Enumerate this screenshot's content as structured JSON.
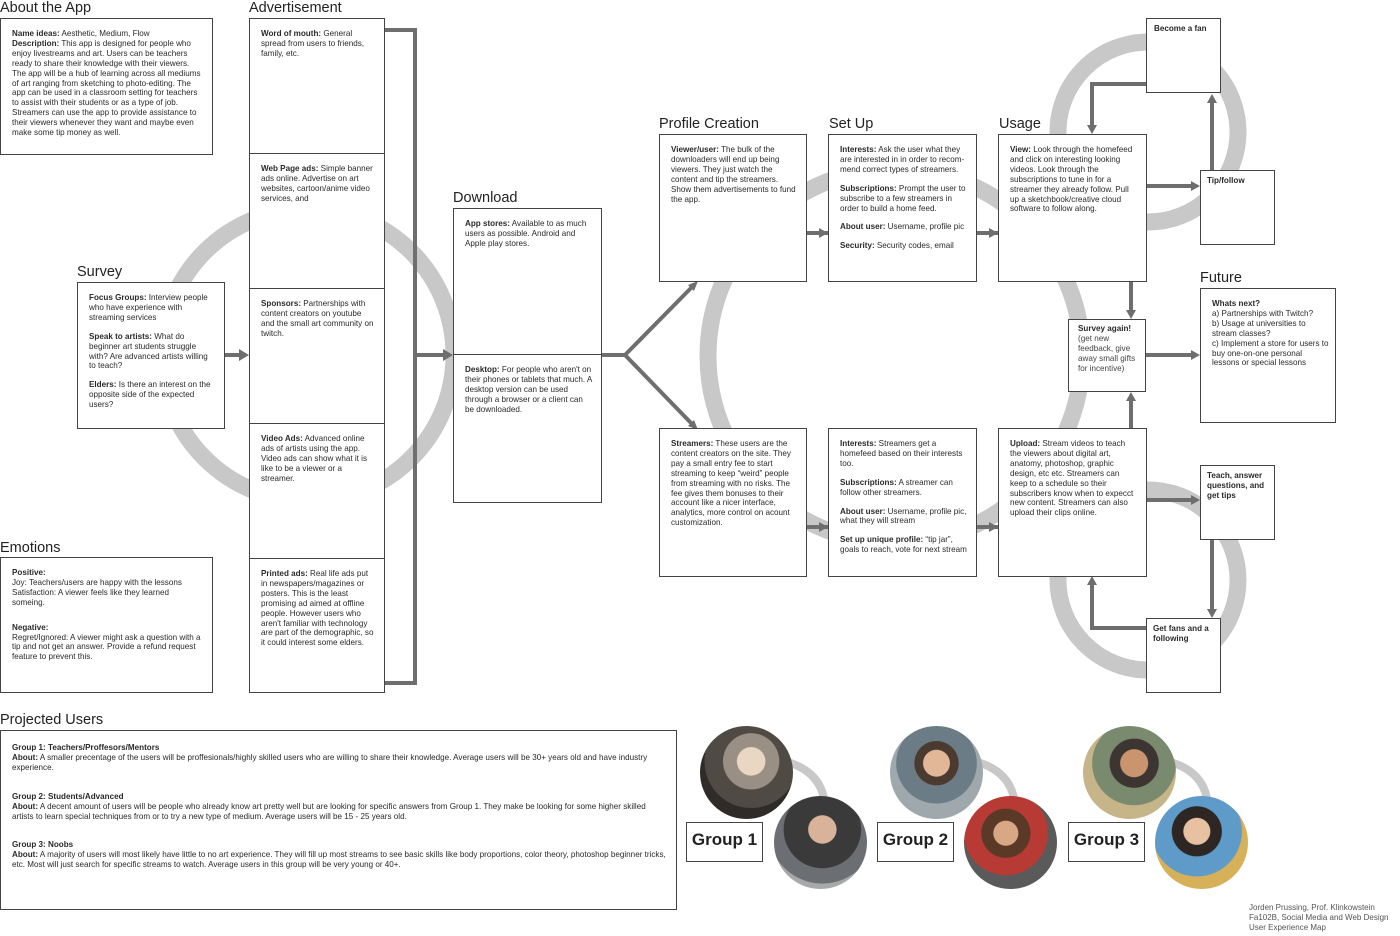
{
  "about": {
    "title": "About the App",
    "name_label": "Name ideas:",
    "name_value": " Aesthetic, Medium, Flow",
    "desc_label": "Description:",
    "desc_value": "  This app is designed for people who enjoy livestreams and art.  Users can be teachers ready to share their knowledge with their viewers.  The app will be a hub of learning across all mediums of art ranging from sketching to photo-editing.  The app can be used in a classroom setting for teachers to assist with their students or as a type of job.  Streamers can use the app to provide assistance to their viewers whenever they want and maybe even make some tip money as well."
  },
  "advertisement": {
    "title": "Advertisement",
    "items": [
      {
        "label": "Word of mouth:",
        "text": " General spread from users to friends, family, etc."
      },
      {
        "label": "Web Page ads:",
        "text": " Simple banner ads online.  Advertise on art websites, cartoon/anime video services, and"
      },
      {
        "label": "Sponsors:",
        "text": " Partnerships with content creators on youtube and the small art community on twitch."
      },
      {
        "label": "Video Ads:",
        "text": " Advanced online ads of artists using the app.  Video ads can show what it is like to be a viewer or a streamer."
      },
      {
        "label": "Printed ads:",
        "text": " Real life ads put in newspapers/magazines or posters.  This is the least promising ad aimed at offline people.  However users who aren't familiar with technology ",
        "emph": "are",
        "text2": " part of the demographic, so it could interest some elders."
      }
    ]
  },
  "survey": {
    "title": "Survey",
    "items": [
      {
        "label": "Focus Groups:",
        "text": " Interview people who have experience with streaming services"
      },
      {
        "label": "Speak to artists:",
        "text": " What do beginner art students struggle with?  Are advanced artists willing to teach?"
      },
      {
        "label": "Elders:",
        "text": " Is there an interest on the opposite side of the expected users?"
      }
    ]
  },
  "download": {
    "title": "Download",
    "items": [
      {
        "label": "App stores:",
        "text": " Available to as much users as possible.  Android and Apple play stores."
      },
      {
        "label": "Desktop:",
        "text": " For people who aren't on their phones or tablets that much.  A desktop version can be used through a browser or a client can be downloaded."
      }
    ]
  },
  "profile": {
    "title": "Profile Creation",
    "viewer": {
      "label": "Viewer/user:",
      "text": " The bulk of the downloaders will end up being viewers.  They just watch the content and tip the streamers.  Show them advertisements to fund the app."
    },
    "streamer": {
      "label": "Streamers:",
      "text": " These users are the content creators on the site.  They pay a small entry fee to start streaming to keep “weird” people from streaming with no risks.  The fee gives them bonuses to their account like a nicer interface, analytics, more control on acount customization."
    }
  },
  "setup": {
    "title": "Set Up",
    "viewer": [
      {
        "label": "Interests:",
        "text": " Ask the user what they are interested in in order to recom-mend correct types of streamers."
      },
      {
        "label": "Subscriptions:",
        "text": " Prompt the user to subscribe to a few streamers in order to build a home feed."
      },
      {
        "label": "About user:",
        "text": " Username, profile pic"
      },
      {
        "label": "Security:",
        "text": " Security codes, email"
      }
    ],
    "streamer": [
      {
        "label": "Interests:",
        "text": " Streamers get a homefeed based on their interests too."
      },
      {
        "label": "Subscriptions:",
        "text": " A streamer can follow other streamers."
      },
      {
        "label": "About user:",
        "text": " Username, profile pic, what they will stream"
      },
      {
        "label": "Set up unique profile:",
        "text": " “tip jar”, goals to reach, vote for next stream"
      }
    ]
  },
  "usage": {
    "title": "Usage",
    "view": {
      "label": "View:",
      "text": " Look through the homefeed and click on interesting looking videos.  Look through the subscriptions to tune in for a streamer they already follow.  Pull up a sketchbook/creative cloud software to follow along."
    },
    "upload": {
      "label": "Upload:",
      "text": " Stream videos to teach the viewers about digital art, anatomy, photoshop, graphic design, etc etc.  Streamers can keep to a schedule so their subscribers know when to expecct new content.  Streamers can also upload their clips online."
    },
    "survey_again": {
      "label": "Survey again!",
      "text": "(get new feedback, give away small gifts for incentive)"
    }
  },
  "loops": {
    "become_fan": "Become a fan",
    "tip_follow": "Tip/follow",
    "teach": "Teach, answer questions, and get tips",
    "get_fans": "Get fans and a following"
  },
  "future": {
    "title": "Future",
    "heading": "Whats next?",
    "items": [
      "a) Partnerships with Twitch?",
      "b) Usage at universities to stream classes?",
      "c) Implement a store for users to buy one-on-one personal lessons or special lessons"
    ]
  },
  "emotions": {
    "title": "Emotions",
    "positive_label": "Positive:",
    "positive_lines": [
      "Joy: Teachers/users are happy with the lessons",
      "Satisfaction: A viewer feels like they learned someing."
    ],
    "negative_label": "Negative:",
    "negative_text": "Regret/Ignored: A viewer might ask a question with a tip and not get an answer.  Provide a refund request feature to prevent this."
  },
  "projected": {
    "title": "Projected Users",
    "groups": [
      {
        "name": "Group 1: Teachers/Proffesors/Mentors",
        "about_label": "About:",
        "about": " A smaller precentage of the users will be proffesionals/highly skilled users who are willing to share their knowledge.  Average users will be 30+ years old and have industry experience."
      },
      {
        "name": "Group 2: Students/Advanced",
        "about_label": "About:",
        "about": " A decent amount of users will be people who already know art pretty well but are looking for specific answers from Group 1.  They make be looking for some higher skilled artists to learn special techniques from or to try a new type of medium.  Average users will be 15 - 25 years old."
      },
      {
        "name": "Group 3: Noobs",
        "about_label": "About:",
        "about": " A majority of users will most likely have little to no art experience.  They will fill up most streams to see basic skills like body proportions, color theory, photoshop beginner tricks, etc.  Most will just search for specific streams to watch.  Average users in this group will be very young or 40+."
      }
    ]
  },
  "group_labels": [
    "Group 1",
    "Group 2",
    "Group 3"
  ],
  "credit": [
    "Jorden Prussing, Prof. Klinkowstein",
    "Fa102B, Social Media and Web Design",
    "User Experience Map"
  ],
  "colors": {
    "ring": "#c8c8c8",
    "arrow": "#6e6e6e",
    "border": "#444444"
  }
}
